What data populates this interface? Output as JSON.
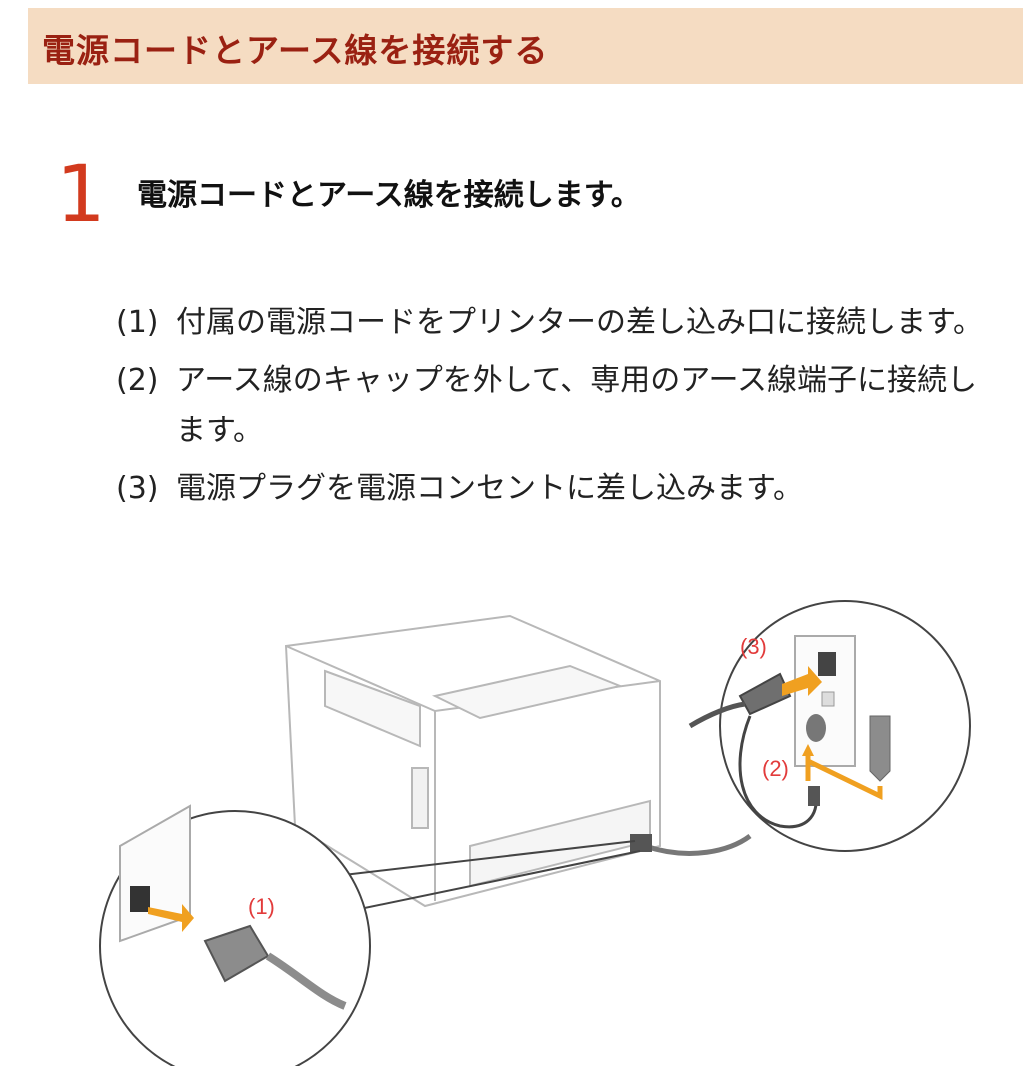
{
  "header": {
    "title": "電源コードとアース線を接続する"
  },
  "step": {
    "number": "1",
    "heading": "電源コードとアース線を接続します。"
  },
  "substeps": [
    {
      "num": "(1)",
      "text": "付属の電源コードをプリンターの差し込み口に接続します。"
    },
    {
      "num": "(2)",
      "text": "アース線のキャップを外して、専用のアース線端子に接続します。"
    },
    {
      "num": "(3)",
      "text": "電源プラグを電源コンセントに差し込みます。"
    }
  ],
  "illustration": {
    "callouts": [
      "(1)",
      "(2)",
      "(3)"
    ],
    "arrow_color": "#f0a020",
    "callout_color": "#e23b3b"
  }
}
